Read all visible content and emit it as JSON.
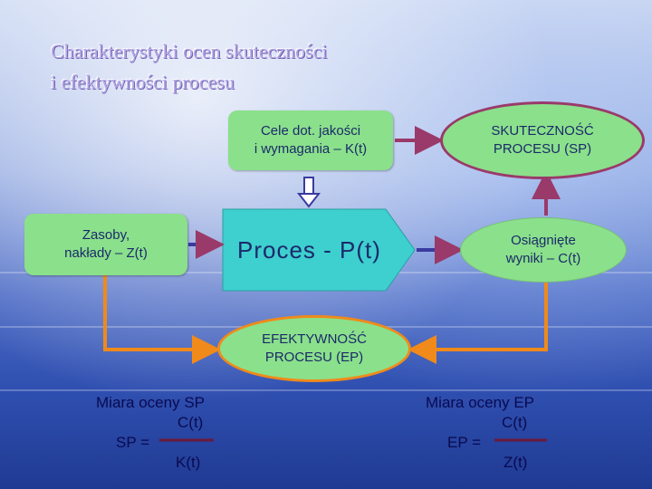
{
  "title": {
    "line1": "Charakterystyki ocen skuteczności",
    "line2": "i efektywności procesu"
  },
  "nodes": {
    "cele": {
      "line1": "Cele dot. jakości",
      "line2": "i wymagania – K(t)"
    },
    "skutecznosc": {
      "line1": "SKUTECZNOŚĆ",
      "line2": "PROCESU (SP)"
    },
    "zasoby": {
      "line1": "Zasoby,",
      "line2": "nakłady – Z(t)"
    },
    "proces": {
      "label": "Proces  -  P(t)"
    },
    "wyniki": {
      "line1": "Osiągnięte",
      "line2": "wyniki – C(t)"
    },
    "efektywnosc": {
      "line1": "EFEKTYWNOŚĆ",
      "line2": "PROCESU (EP)"
    }
  },
  "measures": {
    "sp": {
      "heading": "Miara oceny SP",
      "numerator": "C(t)",
      "lhs": "SP  =",
      "denominator": "K(t)"
    },
    "ep": {
      "heading": "Miara oceny EP",
      "numerator": "C(t)",
      "lhs": "EP =",
      "denominator": "Z(t)"
    }
  },
  "colors": {
    "box_fill": "#8be08b",
    "process_fill": "#3ecfcf",
    "arrow_orange": "#f08a1a",
    "arrow_maroon": "#9a3a6a",
    "arrow_blue": "#3a3aa0",
    "text_dark": "#1a2a6a"
  }
}
